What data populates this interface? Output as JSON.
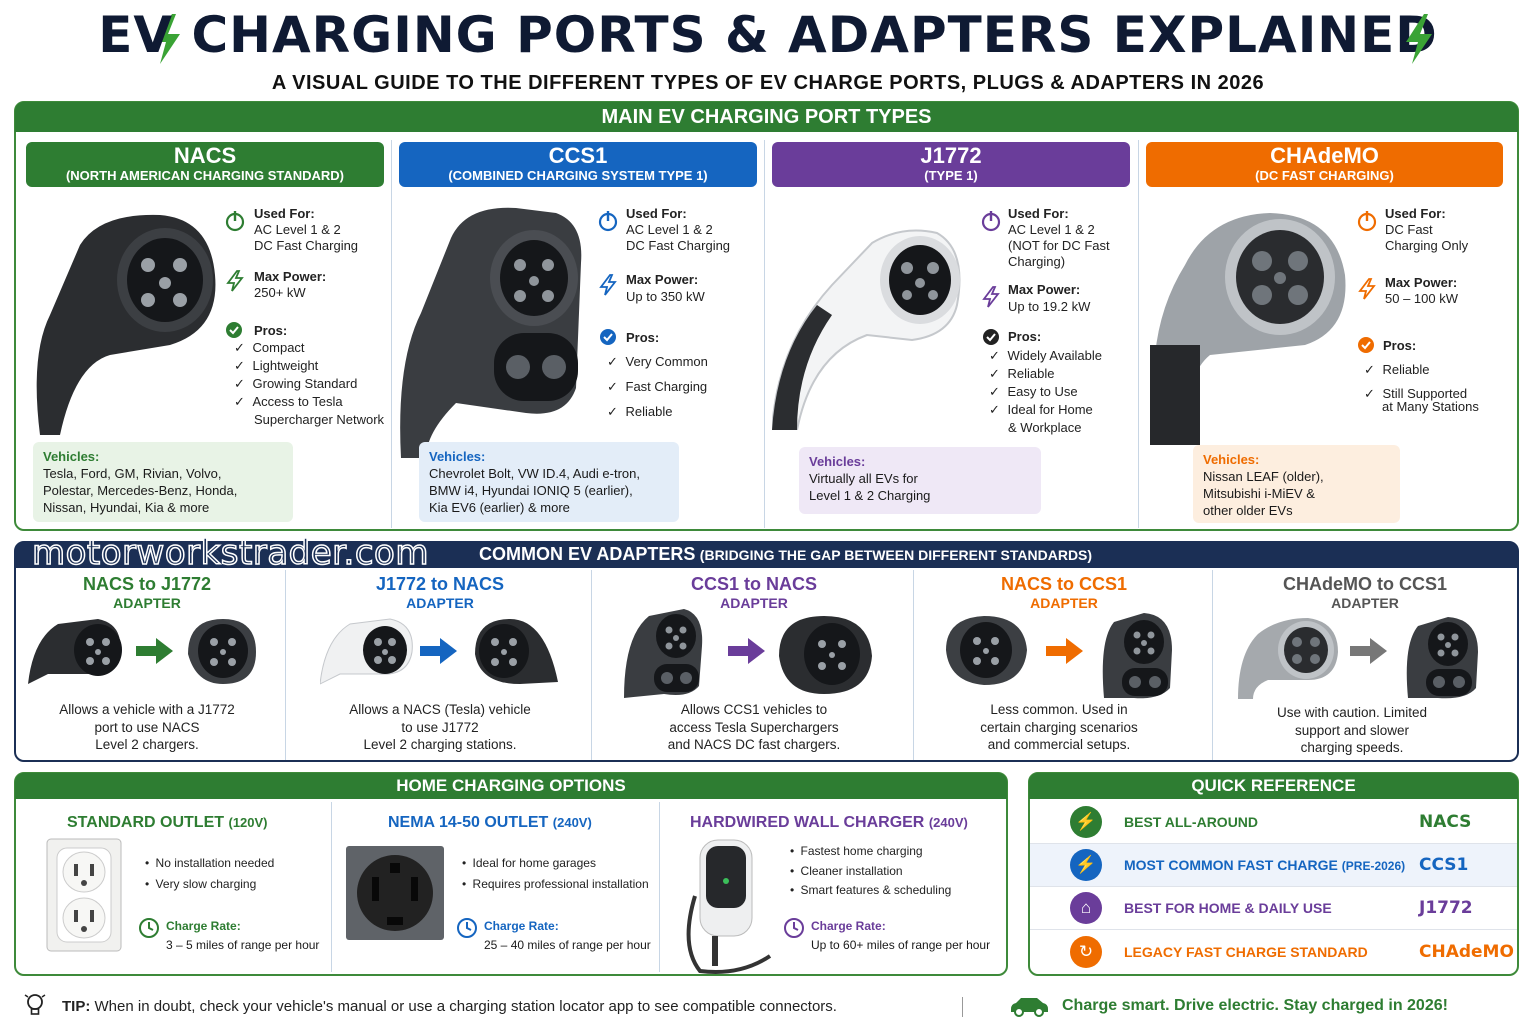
{
  "header": {
    "title": "EV CHARGING PORTS & ADAPTERS EXPLAINED",
    "subtitle": "A VISUAL GUIDE TO THE DIFFERENT TYPES OF EV CHARGE PORTS, PLUGS & ADAPTERS IN 2026"
  },
  "main": {
    "section_title": "MAIN EV CHARGING PORT TYPES",
    "labels": {
      "used_for": "Used For:",
      "max_power": "Max Power:",
      "pros": "Pros:",
      "vehicles": "Vehicles:"
    },
    "ports": [
      {
        "name": "NACS",
        "subtitle": "(NORTH AMERICAN CHARGING STANDARD)",
        "color": "#2e7d32",
        "used_for": [
          "AC Level 1 & 2",
          "DC Fast Charging"
        ],
        "max_power": "250+ kW",
        "pros": [
          "Compact",
          "Lightweight",
          "Growing Standard",
          "Access to Tesla",
          "Supercharger Network"
        ],
        "vehicles": [
          "Tesla, Ford, GM, Rivian, Volvo,",
          "Polestar, Mercedes-Benz, Honda,",
          "Nissan, Hyundai, Kia & more"
        ]
      },
      {
        "name": "CCS1",
        "subtitle": "(COMBINED CHARGING SYSTEM TYPE 1)",
        "color": "#1565c0",
        "used_for": [
          "AC Level 1 & 2",
          "DC Fast Charging"
        ],
        "max_power": "Up to 350 kW",
        "pros": [
          "Very Common",
          "Fast Charging",
          "Reliable"
        ],
        "vehicles": [
          "Chevrolet Bolt, VW ID.4, Audi e-tron,",
          "BMW i4, Hyundai IONIQ 5 (earlier),",
          "Kia EV6 (earlier) & more"
        ]
      },
      {
        "name": "J1772",
        "subtitle": "(TYPE 1)",
        "color": "#6a3d9a",
        "used_for": [
          "AC Level 1 & 2",
          "(NOT for DC Fast",
          "Charging)"
        ],
        "max_power": "Up to 19.2 kW",
        "pros": [
          "Widely Available",
          "Reliable",
          "Easy to Use",
          "Ideal for Home",
          "& Workplace"
        ],
        "vehicles": [
          "Virtually all EVs for",
          "Level 1 & 2 Charging"
        ]
      },
      {
        "name": "CHAdeMO",
        "subtitle": "(DC FAST CHARGING)",
        "color": "#ef6c00",
        "used_for": [
          "DC Fast",
          "Charging Only"
        ],
        "max_power": "50 – 100 kW",
        "pros": [
          "Reliable",
          "Still Supported",
          "at Many Stations"
        ],
        "vehicles": [
          "Nissan LEAF (older),",
          "Mitsubishi i-MiEV &",
          "other older EVs"
        ]
      }
    ]
  },
  "adapters": {
    "watermark": "motorworkstrader.com",
    "section_title": "COMMON EV ADAPTERS",
    "section_subtitle": "(BRIDGING THE GAP BETWEEN DIFFERENT STANDARDS)",
    "items": [
      {
        "title": "NACS to J1772",
        "sub": "ADAPTER",
        "color": "#2e7d32",
        "desc": [
          "Allows a vehicle with a J1772",
          "port to use NACS",
          "Level 2 chargers."
        ]
      },
      {
        "title": "J1772 to NACS",
        "sub": "ADAPTER",
        "color": "#1565c0",
        "desc": [
          "Allows a NACS (Tesla) vehicle",
          "to use J1772",
          "Level 2 charging stations."
        ]
      },
      {
        "title": "CCS1 to NACS",
        "sub": "ADAPTER",
        "color": "#6a3d9a",
        "desc": [
          "Allows CCS1 vehicles to",
          "access Tesla Superchargers",
          "and NACS DC fast chargers."
        ]
      },
      {
        "title": "NACS to CCS1",
        "sub": "ADAPTER",
        "color": "#ef6c00",
        "desc": [
          "Less common. Used in",
          "certain charging scenarios",
          "and commercial setups."
        ]
      },
      {
        "title": "CHAdeMO to CCS1",
        "sub": "ADAPTER",
        "color": "#555555",
        "desc": [
          "Use with caution. Limited",
          "support and slower",
          "charging speeds."
        ]
      }
    ]
  },
  "home": {
    "section_title": "HOME CHARGING OPTIONS",
    "rate_label": "Charge Rate:",
    "options": [
      {
        "title": "STANDARD OUTLET",
        "volt": "(120V)",
        "color": "#2e7d32",
        "bullets": [
          "No installation needed",
          "Very slow charging"
        ],
        "rate": "3 – 5 miles of range per hour"
      },
      {
        "title": "NEMA 14-50 OUTLET",
        "volt": "(240V)",
        "color": "#1565c0",
        "bullets": [
          "Ideal for home garages",
          "Requires professional installation"
        ],
        "rate": "25 – 40 miles of range per hour"
      },
      {
        "title": "HARDWIRED WALL CHARGER",
        "volt": "(240V)",
        "color": "#6a3d9a",
        "bullets": [
          "Fastest home charging",
          "Cleaner installation",
          "Smart features & scheduling"
        ],
        "rate": "Up to 60+ miles of range per hour"
      }
    ]
  },
  "quick_reference": {
    "section_title": "QUICK REFERENCE",
    "rows": [
      {
        "label": "BEST ALL-AROUND",
        "label_suffix": "",
        "value": "NACS",
        "color": "#2e7d32",
        "icon": "bolt-icon"
      },
      {
        "label": "MOST COMMON FAST CHARGE",
        "label_suffix": "(PRE-2026)",
        "value": "CCS1",
        "color": "#1565c0",
        "icon": "bolt-icon"
      },
      {
        "label": "BEST FOR HOME & DAILY USE",
        "label_suffix": "",
        "value": "J1772",
        "color": "#6a3d9a",
        "icon": "home-icon"
      },
      {
        "label": "LEGACY FAST CHARGE STANDARD",
        "label_suffix": "",
        "value": "CHAdeMO",
        "color": "#ef6c00",
        "icon": "refresh-icon"
      }
    ]
  },
  "footer": {
    "tip_label": "TIP:",
    "tip_text": "When in doubt, check your vehicle's manual or use a charging station locator app to see compatible connectors.",
    "slogan": "Charge smart. Drive electric. Stay charged in 2026!"
  }
}
